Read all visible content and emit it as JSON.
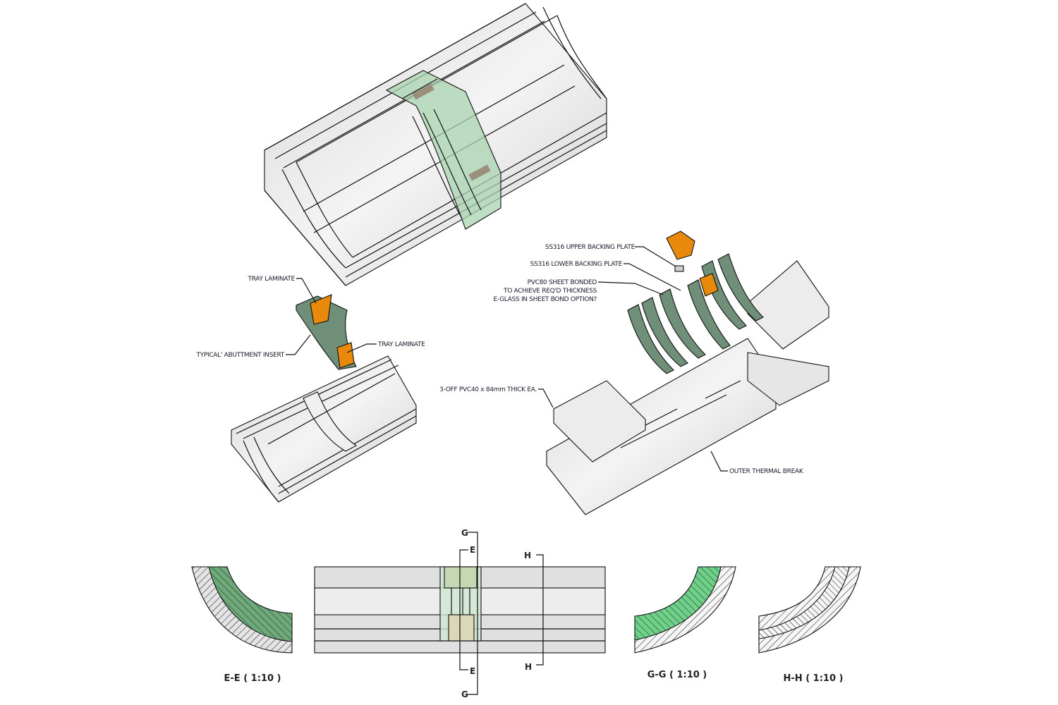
{
  "drawing": {
    "callouts": {
      "upper_backing_plate": "SS316 UPPER BACKING PLATE",
      "lower_backing_plate": "SS316 LOWER BACKING PLATE",
      "pvc_sheet_line1": "PVC80 SHEET BONDED",
      "pvc_sheet_line2": "TO ACHIEVE REQ'D THICKNESS",
      "pvc_sheet_line3": "E-GLASS IN SHEET BOND OPTION?",
      "tray_laminate_top": "TRAY LAMINATE",
      "tray_laminate_bottom": "TRAY LAMINATE",
      "abutment_insert": "TYPICAL' ABUTTMENT INSERT",
      "pvc40_blocks": "3-OFF PVC40 x 84mm THICK EA.",
      "outer_thermal_break": "OUTER THERMAL BREAK"
    },
    "section_marks": {
      "g_top": "G",
      "e_top": "E",
      "h_top": "H",
      "e_bottom": "E",
      "h_bottom": "H",
      "g_bottom": "G"
    },
    "sections": [
      {
        "id": "E-E",
        "label": "E-E ( 1:10 )"
      },
      {
        "id": "G-G",
        "label": "G-G ( 1:10 )"
      },
      {
        "id": "H-H",
        "label": "H-H ( 1:10 )"
      }
    ],
    "colors": {
      "laminate_orange": "#e8890c",
      "insert_green": "#6f8f78",
      "section_green": "#6fd08a",
      "body_grey": "#e2e2e2",
      "edge": "#111111"
    }
  }
}
